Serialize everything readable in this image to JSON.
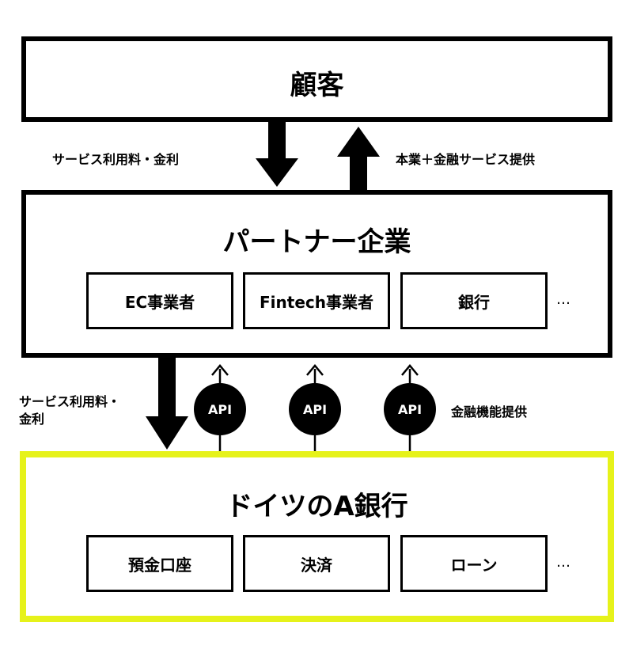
{
  "customer": {
    "title": "顧客"
  },
  "flow_top": {
    "left_label": "サービス利用料・金利",
    "right_label": "本業＋金融サービス提供"
  },
  "partner": {
    "title": "パートナー企業",
    "items": [
      "EC事業者",
      "Fintech事業者",
      "銀行"
    ],
    "ellipsis": "…"
  },
  "flow_mid": {
    "left_label_line1": "サービス利用料・",
    "left_label_line2": "金利",
    "api_labels": [
      "API",
      "API",
      "API"
    ],
    "right_label": "金融機能提供"
  },
  "bank": {
    "title": "ドイツのA銀行",
    "items": [
      "預金口座",
      "決済",
      "ローン"
    ],
    "ellipsis": "…",
    "highlight_color": "#e6f21a"
  }
}
